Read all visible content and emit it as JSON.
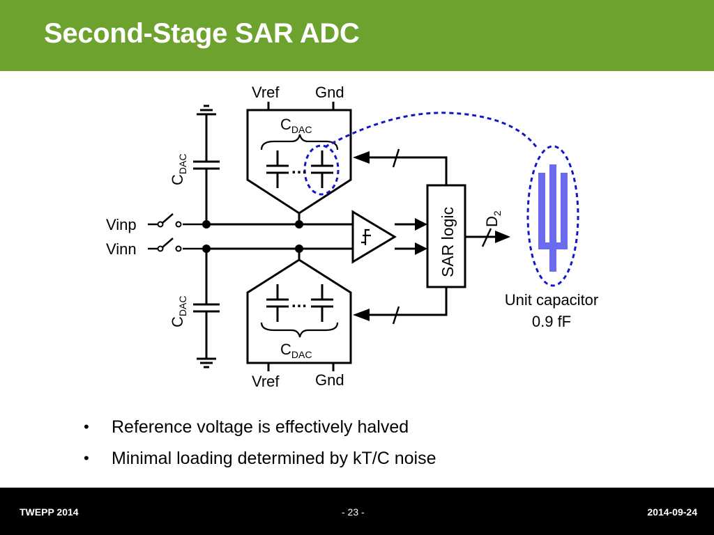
{
  "slide": {
    "title": "Second-Stage SAR ADC"
  },
  "diagram": {
    "top_dac": {
      "vref": "Vref",
      "gnd": "Gnd",
      "cdac_main": "C",
      "cdac_sub": "DAC"
    },
    "bottom_dac": {
      "vref": "Vref",
      "gnd": "Gnd",
      "cdac_main": "C",
      "cdac_sub": "DAC"
    },
    "left_cap_top": {
      "main": "C",
      "sub": "DAC"
    },
    "left_cap_bottom": {
      "main": "C",
      "sub": "DAC"
    },
    "inputs": {
      "vinp": "Vinp",
      "vinn": "Vinn"
    },
    "sar_logic": "SAR logic",
    "output": {
      "main": "D",
      "sub": "2"
    },
    "dots": "…",
    "unit_cap": {
      "line1": "Unit capacitor",
      "line2": "0.9 fF"
    },
    "colors": {
      "highlight": "#1414c8",
      "finger": "#6b6bf0"
    }
  },
  "bullets": [
    "Reference voltage is effectively halved",
    "Minimal loading determined by kT/C noise"
  ],
  "footer": {
    "left": "TWEPP 2014",
    "center": "- 23 -",
    "right": "2014-09-24"
  }
}
